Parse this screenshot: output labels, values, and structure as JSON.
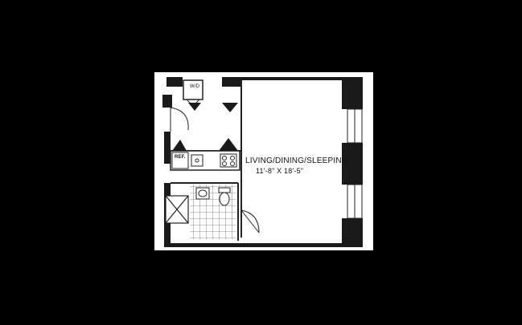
{
  "plan": {
    "room_label": "LIVING/DINING/SLEEPING",
    "room_dimensions": "11'-8\" X 18'-5\"",
    "washer_dryer_label": "W/D",
    "refrigerator_label": "REF."
  },
  "colors": {
    "background": "#000000",
    "paper": "#ffffff",
    "wall": "#1a1a1a",
    "line": "#222222"
  },
  "icons": [
    "sink-icon",
    "toilet-icon",
    "bathroom-sink-icon",
    "stove-icon",
    "shower-icon",
    "door-swing-icon",
    "window-icon"
  ]
}
